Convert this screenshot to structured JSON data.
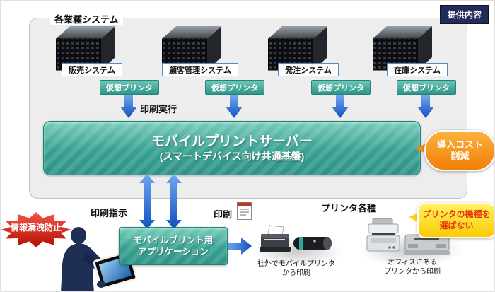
{
  "header": {
    "provided_badge": "提供内容",
    "group_label": "各業種システム"
  },
  "systems": [
    {
      "name": "販売システム",
      "virtual_printer": "仮想プリンタ"
    },
    {
      "name": "顧客管理システム",
      "virtual_printer": "仮想プリンタ"
    },
    {
      "name": "発注システム",
      "virtual_printer": "仮想プリンタ"
    },
    {
      "name": "在庫システム",
      "virtual_printer": "仮想プリンタ"
    }
  ],
  "flow_labels": {
    "print_execute": "印刷実行",
    "print_instruction": "印刷指示",
    "print": "印刷",
    "printer_group": "プリンタ各種"
  },
  "server_box": {
    "title": "モバイルプリントサーバー",
    "subtitle": "(スマートデバイス向け共通基盤)"
  },
  "app_box": {
    "line1": "モバイルプリント用",
    "line2": "アプリケーション"
  },
  "callouts": {
    "cost_reduction": {
      "line1": "導入コスト",
      "line2": "削減"
    },
    "leak_prevention": "情報漏洩防止",
    "printer_agnostic": {
      "line1": "プリンタの機種を",
      "line2": "選ばない"
    }
  },
  "printer_captions": {
    "mobile": {
      "line1": "社外でモバイルプリンタ",
      "line2": "から印刷"
    },
    "office": {
      "line1": "オフィスにある",
      "line2": "プリンタから印刷"
    }
  },
  "colors": {
    "teal": "#2e9386",
    "arrow_blue": "#1d5fd0",
    "orange": "#f7931e",
    "burst_red": "#c01006",
    "bubble_yellow": "#fcca06",
    "label_border_blue": "#5b87c5"
  }
}
